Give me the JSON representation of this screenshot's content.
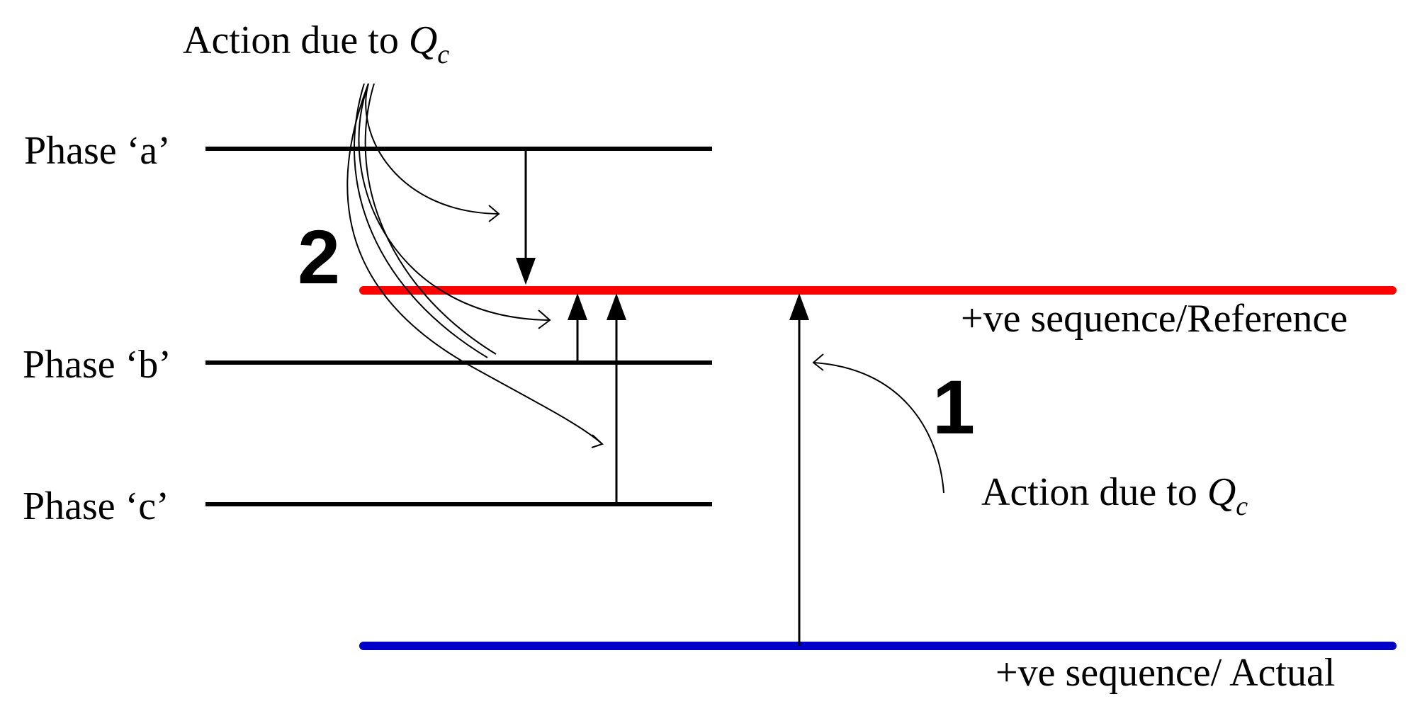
{
  "labels": {
    "phase_a": "Phase ‘a’",
    "phase_b": "Phase ‘b’",
    "phase_c": "Phase ‘c’",
    "pos_seq_reference": "+ve sequence/Reference",
    "pos_seq_actual": "+ve sequence/ Actual",
    "marker_1": "1",
    "marker_2": "2"
  },
  "annotations": {
    "top": {
      "prefix": "Action due to ",
      "symbol": "Q",
      "subscript": "c"
    },
    "right": {
      "prefix": "Action due to ",
      "symbol": "Q",
      "subscript": "c"
    }
  },
  "colors": {
    "reference_line": "#ff0000",
    "actual_line": "#0000c8",
    "phase_lines": "#000000",
    "arrows": "#000000"
  }
}
